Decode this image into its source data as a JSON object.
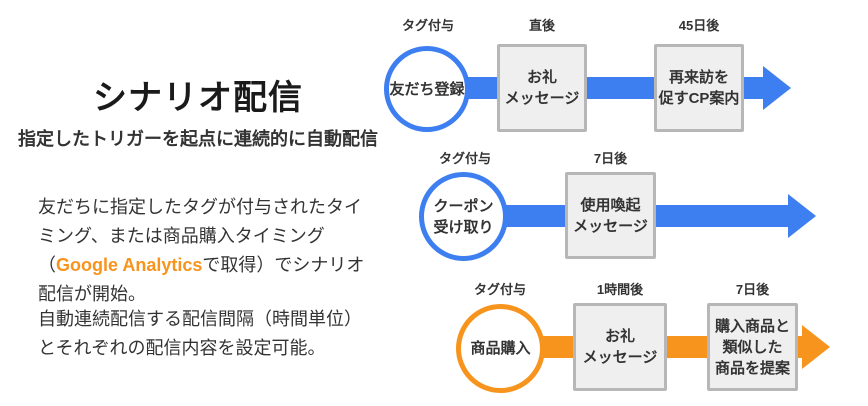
{
  "left_panel": {
    "title": "シナリオ配信",
    "subtitle": "指定したトリガーを起点に連続的に自動配信",
    "paragraph1": {
      "line1": "友だちに指定したタグが付与されたタイ",
      "line2": "ミング、または商品購入タイミング",
      "line3_pre": "（",
      "line3_highlight": "Google Analytics",
      "line3_post": "で取得）でシナリオ",
      "line4": "配信が開始。"
    },
    "paragraph2": {
      "line1": "自動連続配信する配信間隔（時間単位）",
      "line2": "とそれぞれの配信内容を設定可能。"
    }
  },
  "colors": {
    "blue": "#3D7EF0",
    "orange": "#F7941D",
    "box_fill": "#EFEFEF",
    "box_border": "#B7B7B7",
    "highlight_text": "#F7941D",
    "text": "#333333"
  },
  "flows": [
    {
      "color": "blue",
      "trigger_tag": "タグ付与",
      "trigger": "友だち登録",
      "steps": [
        {
          "timing": "直後",
          "label": "お礼\nメッセージ"
        },
        {
          "timing": "45日後",
          "label": "再来訪を\n促すCP案内"
        }
      ]
    },
    {
      "color": "blue",
      "trigger_tag": "タグ付与",
      "trigger": "クーポン\n受け取り",
      "steps": [
        {
          "timing": "7日後",
          "label": "使用喚起\nメッセージ"
        }
      ]
    },
    {
      "color": "orange",
      "trigger_tag": "タグ付与",
      "trigger": "商品購入",
      "steps": [
        {
          "timing": "1時間後",
          "label": "お礼\nメッセージ"
        },
        {
          "timing": "7日後",
          "label": "購入商品と\n類似した\n商品を提案"
        }
      ]
    }
  ]
}
